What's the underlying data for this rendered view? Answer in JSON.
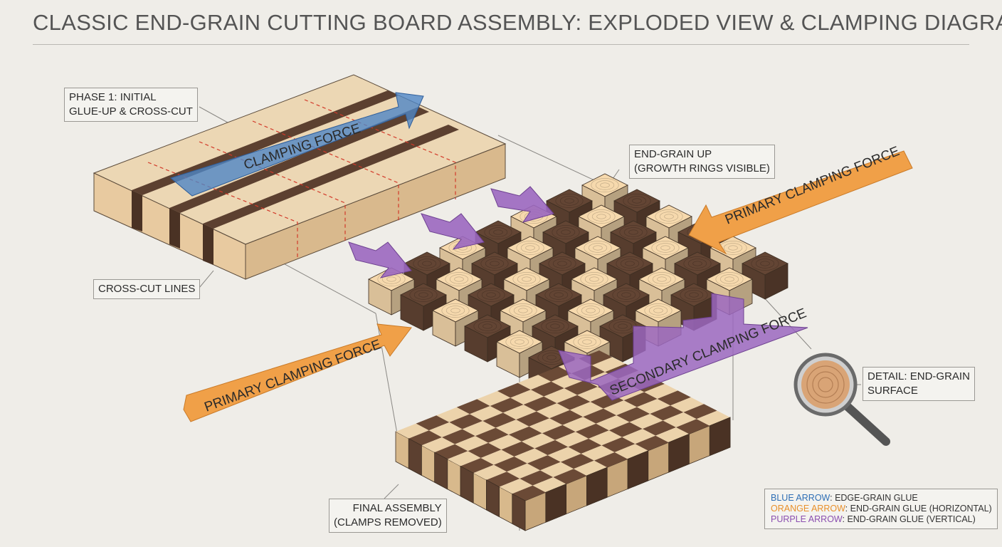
{
  "title": "CLASSIC END-GRAIN CUTTING BOARD ASSEMBLY: EXPLODED VIEW & CLAMPING DIAGRAM",
  "callouts": {
    "phase1": [
      "PHASE 1: INITIAL",
      "GLUE-UP & CROSS-CUT"
    ],
    "cross_cut": "CROSS-CUT LINES",
    "end_grain_up": [
      "END-GRAIN UP",
      "(GROWTH RINGS VISIBLE)"
    ],
    "detail": [
      "DETAIL: END-GRAIN",
      "SURFACE"
    ],
    "final": [
      "FINAL ASSEMBLY",
      "(CLAMPS REMOVED)"
    ]
  },
  "arrows": {
    "clamping_force": "CLAMPING FORCE",
    "primary_right": "PRIMARY CLAMPING FORCE",
    "primary_left": "PRIMARY CLAMPING FORCE",
    "secondary": "SECONDARY CLAMPING FORCE"
  },
  "legend": [
    {
      "key": "BLUE ARROW",
      "desc": ": EDGE-GRAIN GLUE",
      "color": "#2f6fb5"
    },
    {
      "key": "ORANGE ARROW",
      "desc": ": END-GRAIN GLUE (HORIZONTAL)",
      "color": "#e8902c"
    },
    {
      "key": "PURPLE ARROW",
      "desc": ": END-GRAIN GLUE (VERTICAL)",
      "color": "#8b4fb0"
    }
  ],
  "colors": {
    "maple": "#e4c9a0",
    "walnut": "#5c4030",
    "blue_arrow": "#4f86c6",
    "orange_arrow": "#f0a048",
    "purple_arrow": "#9b67c0"
  },
  "icons": [
    "magnifier-icon"
  ]
}
